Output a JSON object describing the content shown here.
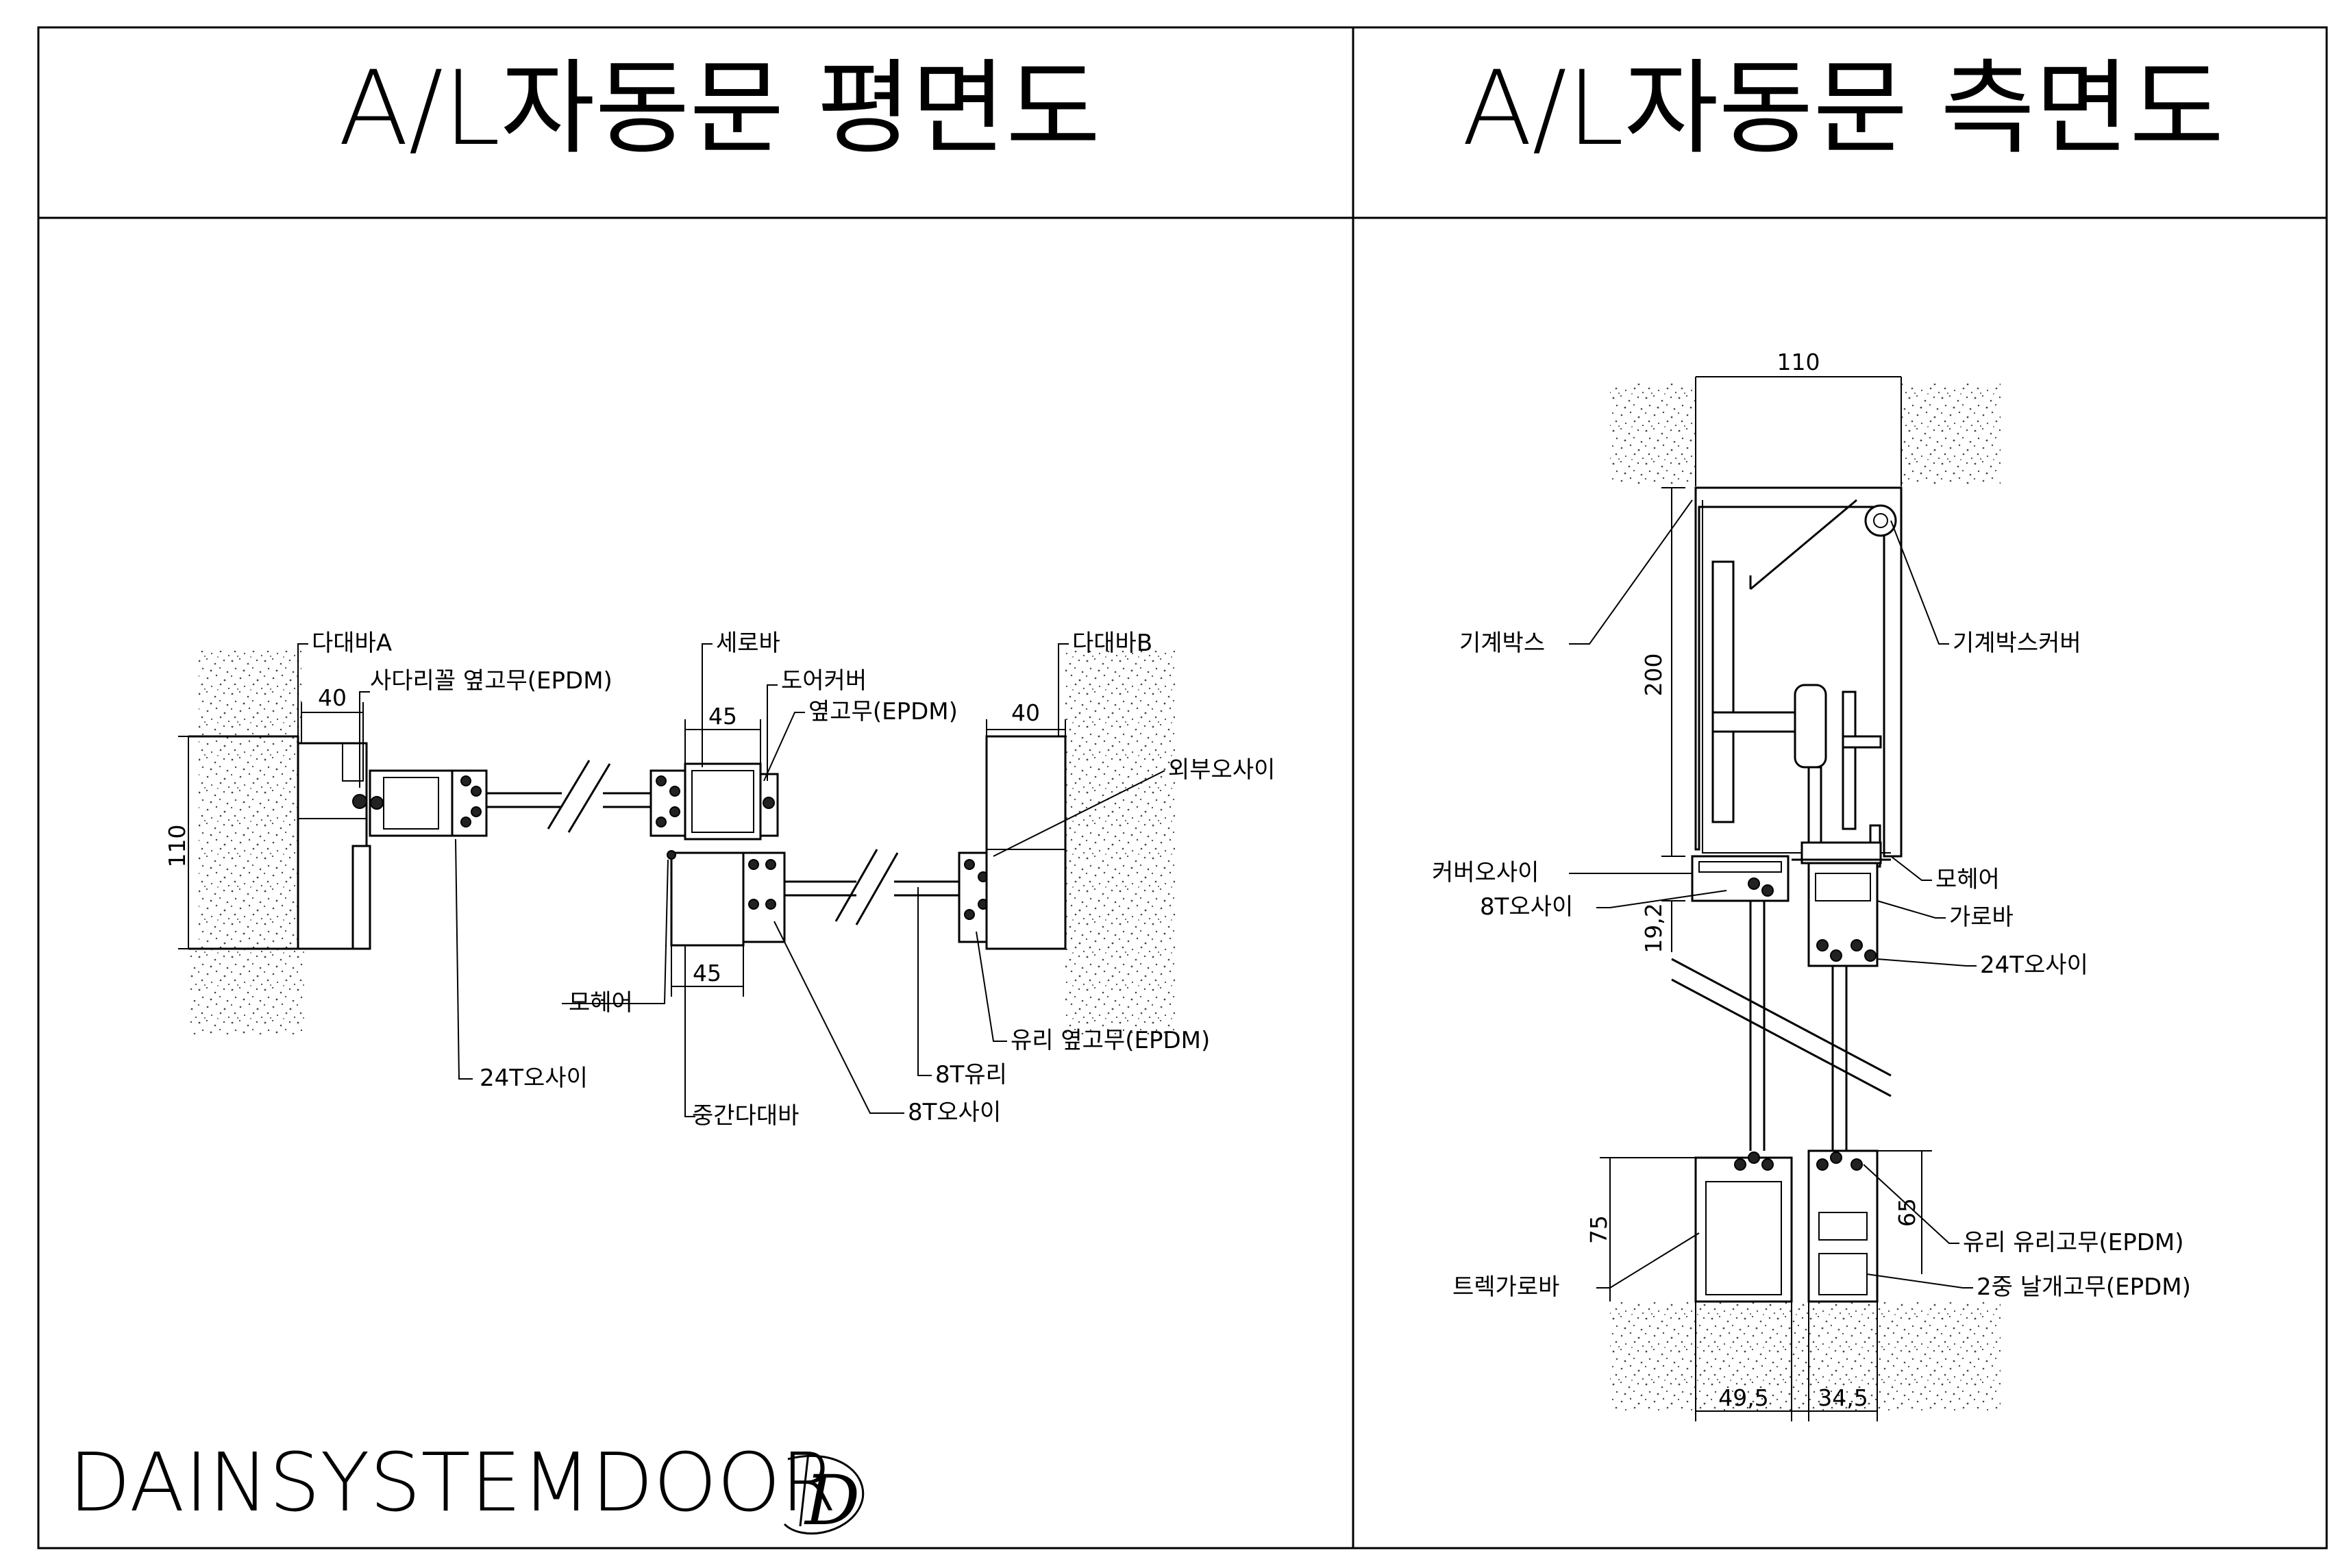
{
  "titles": {
    "plan": "A/L자동문 평면도",
    "side": "A/L자동문 측면도"
  },
  "brand": {
    "name": "DAINSYSTEMDOOR",
    "logo_letter": "D"
  },
  "plan": {
    "labels": {
      "dadaebar_a": "다대바A",
      "sadari_gomu": "사다리꼴 옆고무(EPDM)",
      "serobar": "세로바",
      "door_cover": "도어커버",
      "yeop_gomu": "옆고무(EPDM)",
      "dadaebar_b": "다대바B",
      "oebu_osai": "외부오사이",
      "mohe": "모헤어",
      "osai_24t": "24T오사이",
      "junggan_dadaebar": "중간다대바",
      "glass_8t": "8T유리",
      "osai_8t": "8T오사이",
      "glass_gomu": "유리 옆고무(EPDM)"
    },
    "dims": {
      "d40a": "40",
      "d45a": "45",
      "d40b": "40",
      "d45b": "45",
      "d110": "110"
    }
  },
  "side": {
    "labels": {
      "gigye_box": "기계박스",
      "gigye_box_cover": "기계박스커버",
      "cover_osai": "커버오사이",
      "osai_8t": "8T오사이",
      "mohe": "모헤어",
      "garobar": "가로바",
      "osai_24t": "24T오사이",
      "glass_gomu": "유리 유리고무(EPDM)",
      "track_garobar": "트렉가로바",
      "double_gomu": "2중 날개고무(EPDM)"
    },
    "dims": {
      "d110": "110",
      "d200": "200",
      "d19_2": "19,2",
      "d75": "75",
      "d65": "65",
      "d49_5": "49,5",
      "d34_5": "34,5"
    }
  }
}
